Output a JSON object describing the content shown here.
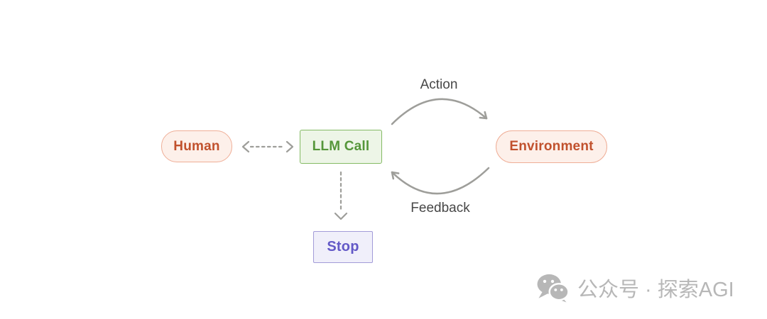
{
  "diagram": {
    "nodes": {
      "human": {
        "label": "Human",
        "shape": "pill",
        "text_color": "#c1512d",
        "bg_color": "#fdf0ea",
        "border_color": "#efae97"
      },
      "llm_call": {
        "label": "LLM Call",
        "shape": "rect",
        "text_color": "#55963a",
        "bg_color": "#edf5e7",
        "border_color": "#84ba64"
      },
      "environment": {
        "label": "Environment",
        "shape": "pill",
        "text_color": "#c1512d",
        "bg_color": "#fdf0ea",
        "border_color": "#efae97"
      },
      "stop": {
        "label": "Stop",
        "shape": "rect",
        "text_color": "#6359c7",
        "bg_color": "#f0effa",
        "border_color": "#a29bd8"
      }
    },
    "edges": {
      "action": {
        "label": "Action",
        "from": "llm_call",
        "to": "environment",
        "style": "solid-arc"
      },
      "feedback": {
        "label": "Feedback",
        "from": "environment",
        "to": "llm_call",
        "style": "solid-arc"
      },
      "human_llm": {
        "label": "",
        "from": "human",
        "to": "llm_call",
        "style": "dashed-bidirectional"
      },
      "llm_stop": {
        "label": "",
        "from": "llm_call",
        "to": "stop",
        "style": "dashed"
      }
    },
    "arrow_color": "#9e9e9a",
    "edge_label_color": "#474747"
  },
  "watermark": {
    "icon": "wechat-icon",
    "text": "公众号 · 探索AGI",
    "color": "#b7b7b7"
  }
}
